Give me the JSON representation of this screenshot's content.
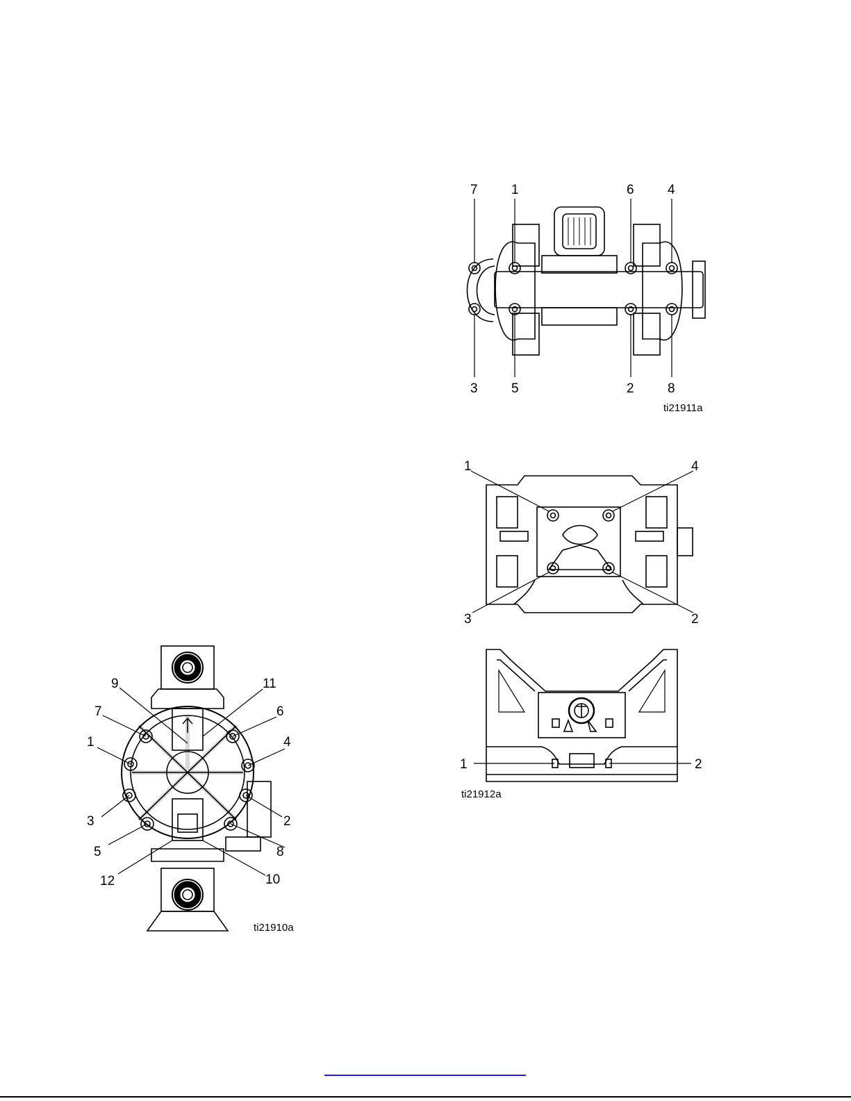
{
  "figures": {
    "front": {
      "caption": "ti21910a",
      "callouts": [
        "9",
        "11",
        "7",
        "6",
        "1",
        "4",
        "3",
        "2",
        "5",
        "8",
        "12",
        "10"
      ]
    },
    "top": {
      "caption": "ti21911a",
      "callouts": [
        "7",
        "1",
        "6",
        "4",
        "3",
        "5",
        "2",
        "8"
      ]
    },
    "center": {
      "callouts": [
        "1",
        "4",
        "3",
        "2"
      ]
    },
    "bottom": {
      "caption": "ti21912a",
      "callouts": [
        "1",
        "2"
      ]
    }
  },
  "colors": {
    "line": "#000000",
    "link": "#1a1aff"
  }
}
